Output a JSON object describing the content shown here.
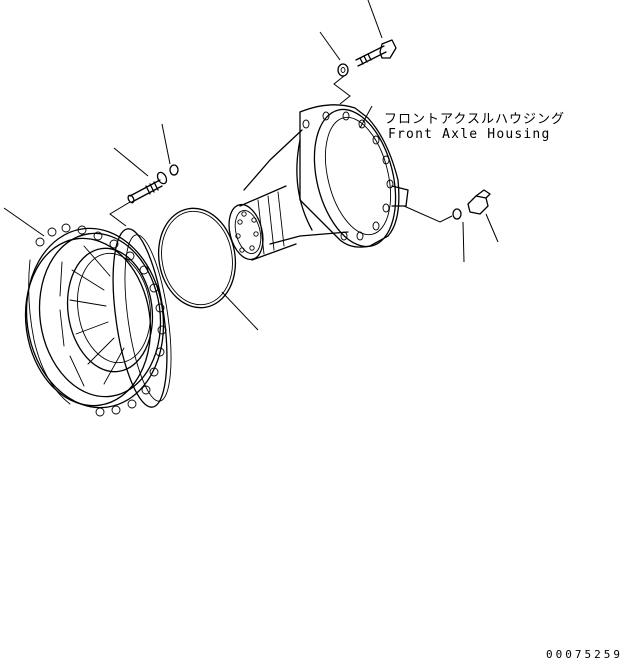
{
  "labels": {
    "housing_jp": "フロントアクスルハウジング",
    "housing_en": "Front Axle Housing"
  },
  "drawing_number": "00075259"
}
